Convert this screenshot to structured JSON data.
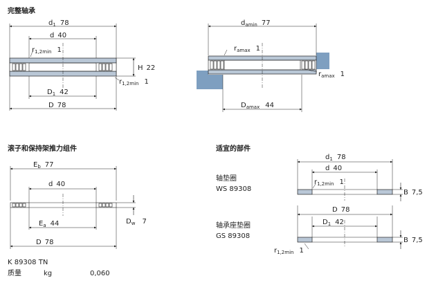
{
  "headers": {
    "complete_bearing": "完整轴承",
    "roller_cage_assembly": "滚子和保持架推力组件",
    "suitable_parts": "适宜的部件"
  },
  "complete_bearing": {
    "d1": {
      "sym": "d",
      "sub": "1",
      "val": "78"
    },
    "d": {
      "sym": "d",
      "val": "40"
    },
    "r12min": {
      "sym": "r",
      "sub": "1,2min",
      "val": "1"
    },
    "H": {
      "sym": "H",
      "val": "22"
    },
    "r12min_right": {
      "sym": "r",
      "sub": "1,2min",
      "val": "1"
    },
    "D1": {
      "sym": "D",
      "sub": "1",
      "val": "42"
    },
    "D": {
      "sym": "D",
      "val": "78"
    }
  },
  "abutment": {
    "damin": {
      "sym": "d",
      "sub": "amin",
      "val": "77"
    },
    "ramax_top": {
      "sym": "r",
      "sub": "amax",
      "val": "1"
    },
    "ramax_right": {
      "sym": "r",
      "sub": "amax",
      "val": "1"
    },
    "Damax": {
      "sym": "D",
      "sub": "amax",
      "val": "44"
    }
  },
  "roller_cage": {
    "Eb": {
      "sym": "E",
      "sub": "b",
      "val": "77"
    },
    "d": {
      "sym": "d",
      "val": "40"
    },
    "Ea": {
      "sym": "E",
      "sub": "a",
      "val": "44"
    },
    "Dw": {
      "sym": "D",
      "sub": "w",
      "val": "7"
    },
    "D": {
      "sym": "D",
      "val": "78"
    }
  },
  "parts": {
    "shaft_washer": {
      "name": "轴垫圈",
      "code": "WS 89308",
      "d1": {
        "sym": "d",
        "sub": "1",
        "val": "78"
      },
      "d": {
        "sym": "d",
        "val": "40"
      },
      "r12min": {
        "sym": "r",
        "sub": "1,2min",
        "val": "1"
      },
      "B": {
        "sym": "B",
        "val": "7,5"
      }
    },
    "housing_washer": {
      "name": "轴承座垫圈",
      "code": "GS 89308",
      "D": {
        "sym": "D",
        "val": "78"
      },
      "D1": {
        "sym": "D",
        "sub": "1",
        "val": "42"
      },
      "B": {
        "sym": "B",
        "val": "7,5"
      },
      "r12min": {
        "sym": "r",
        "sub": "1,2min",
        "val": "1"
      }
    }
  },
  "footer": {
    "designation": "K 89308 TN",
    "mass_label": "质量",
    "mass_unit": "kg",
    "mass_value": "0,060"
  }
}
